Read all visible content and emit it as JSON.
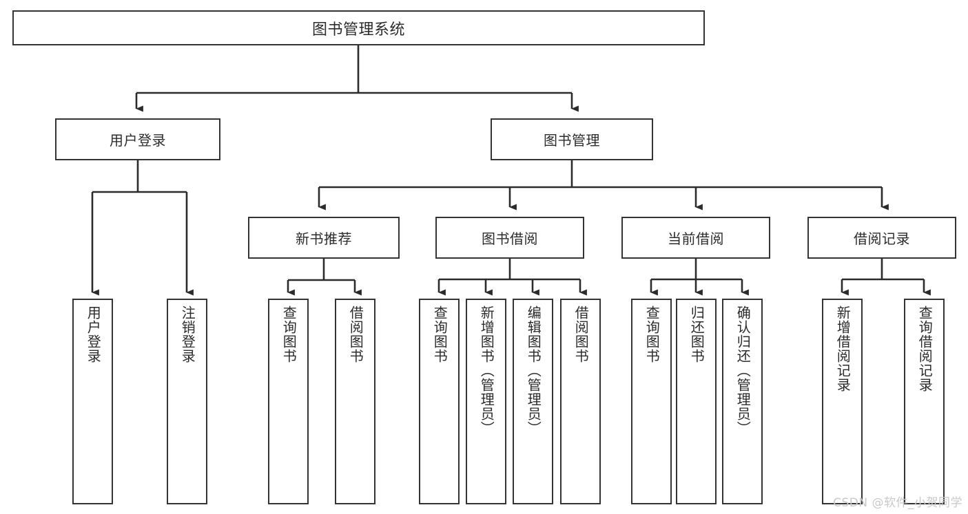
{
  "diagram": {
    "title": "图书管理系统",
    "type": "tree-hierarchy-chart",
    "watermark": "CSDN @软件_小贺同学",
    "colors": {
      "background": "#ffffff",
      "box_border": "#333333",
      "box_fill": "#ffffff",
      "text": "#2b2b2b",
      "connector": "#333333",
      "watermark": "#c8c8c8"
    },
    "root": {
      "label": "图书管理系统"
    },
    "level1": [
      {
        "label": "用户登录"
      },
      {
        "label": "图书管理"
      }
    ],
    "level2": [
      {
        "label": "新书推荐"
      },
      {
        "label": "图书借阅"
      },
      {
        "label": "当前借阅"
      },
      {
        "label": "借阅记录"
      }
    ],
    "leaves": {
      "user_login": [
        {
          "label": "用户登录"
        },
        {
          "label": "注销登录"
        }
      ],
      "new_book_recommend": [
        {
          "label": "查询图书"
        },
        {
          "label": "借阅图书"
        }
      ],
      "book_borrow": [
        {
          "label": "查询图书"
        },
        {
          "label": "新增图书（管理员）"
        },
        {
          "label": "编辑图书（管理员）"
        },
        {
          "label": "借阅图书"
        }
      ],
      "current_borrow": [
        {
          "label": "查询图书"
        },
        {
          "label": "归还图书"
        },
        {
          "label": "确认归还（管理员）"
        }
      ],
      "borrow_record": [
        {
          "label": "新增借阅记录"
        },
        {
          "label": "查询借阅记录"
        }
      ]
    }
  }
}
